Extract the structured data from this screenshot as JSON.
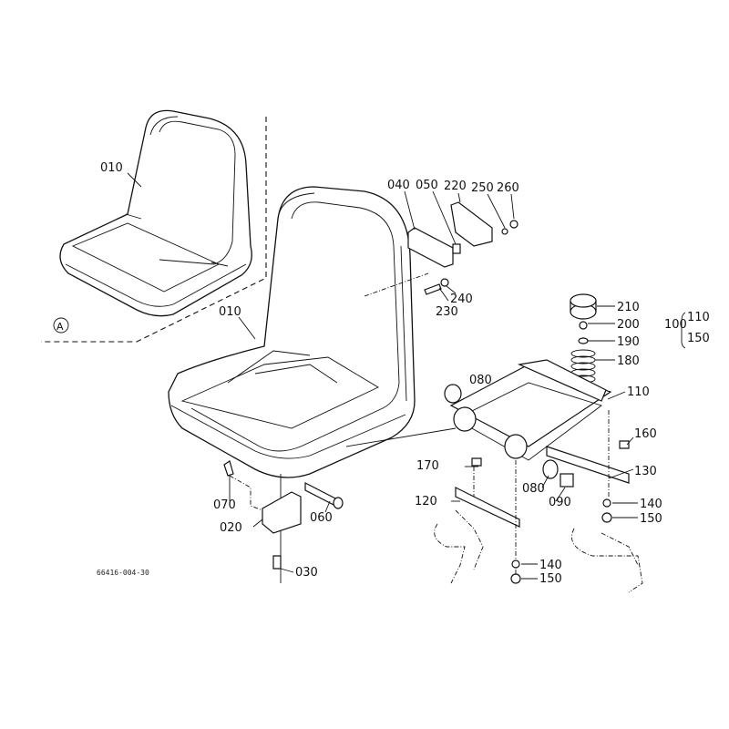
{
  "diagram": {
    "drawing_number": "66416-004-30",
    "view_marker": "A",
    "callouts": {
      "seat_small": "010",
      "seat_main": "010",
      "bracket_040": "040",
      "bolt_050": "050",
      "plate_220": "220",
      "washer_250": "250",
      "nut_260": "260",
      "bolt_230": "230",
      "washer_240": "240",
      "cap_210": "210",
      "part_200": "200",
      "washer_190": "190",
      "spring_180": "180",
      "assembly_100": "100",
      "assembly_from": "110",
      "assembly_to": "150",
      "bushing_080_top": "080",
      "frame_110": "110",
      "bolt_160": "160",
      "bolt_170": "170",
      "bracket_130": "130",
      "bushing_080_bottom": "080",
      "collar_090": "090",
      "bracket_120": "120",
      "washer_140_right": "140",
      "nut_150_right": "150",
      "pin_070": "070",
      "hinge_020": "020",
      "pin_060": "060",
      "bolt_030": "030",
      "washer_140_bottom": "140",
      "nut_150_bottom": "150"
    }
  }
}
